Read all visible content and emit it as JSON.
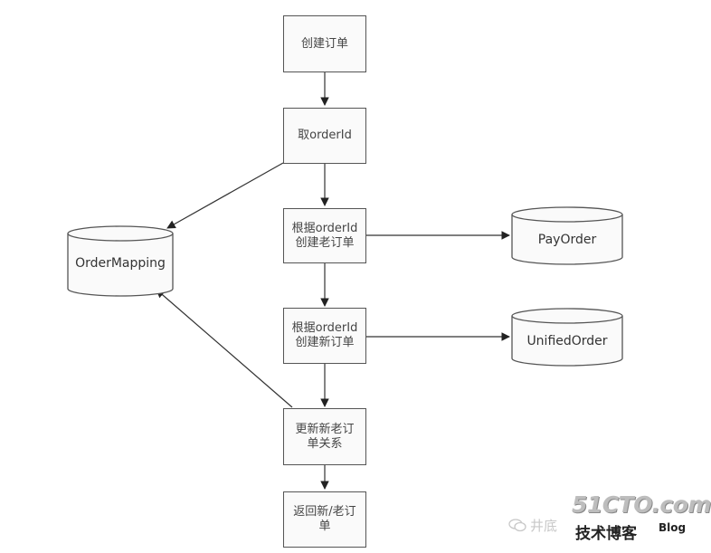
{
  "flow": {
    "create_order": "创建订单",
    "get_order_id": "取orderId",
    "create_old_order": "根据orderId\n创建老订单",
    "create_new_order": "根据orderId\n创建新订单",
    "update_relation": "更新新老订\n单关系",
    "return_orders": "返回新/老订\n单"
  },
  "databases": {
    "order_mapping": "OrderMapping",
    "pay_order": "PayOrder",
    "unified_order": "UnifiedOrder"
  },
  "watermark": {
    "site": "51CTO.com",
    "subtitle": "技术博客",
    "blog": "Blog",
    "wechat_text": "井底"
  }
}
